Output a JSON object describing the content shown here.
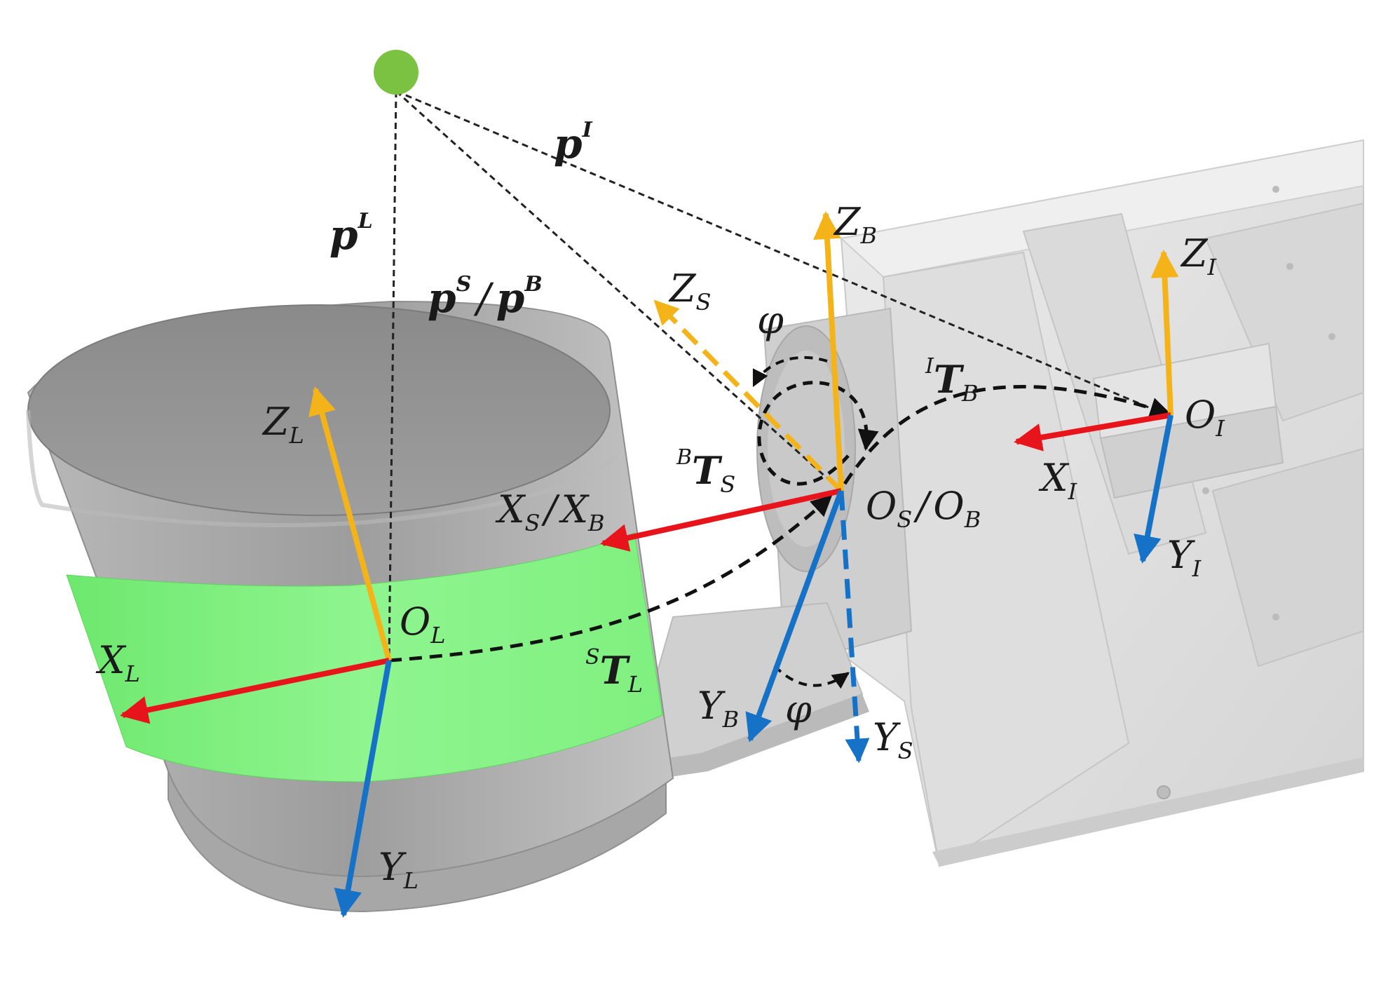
{
  "diagram": {
    "point_vectors": {
      "p_I": {
        "base": "p",
        "sup": "I"
      },
      "p_L": {
        "base": "p",
        "sup": "L"
      },
      "p_S": {
        "base": "p",
        "sup": "S"
      },
      "separator": "/",
      "p_B": {
        "base": "p",
        "sup": "B"
      }
    },
    "frames": {
      "lidar": {
        "x": {
          "base": "X",
          "sub": "L"
        },
        "y": {
          "base": "Y",
          "sub": "L"
        },
        "z": {
          "base": "Z",
          "sub": "L"
        },
        "origin": {
          "base": "O",
          "sub": "L"
        }
      },
      "sensor_body": {
        "x": {
          "base": "X",
          "sub": "S",
          "sep": "/",
          "base2": "X",
          "sub2": "B"
        },
        "origin": {
          "base": "O",
          "sub": "S",
          "sep": "/",
          "base2": "O",
          "sub2": "B"
        },
        "z_b": {
          "base": "Z",
          "sub": "B"
        },
        "z_s": {
          "base": "Z",
          "sub": "S"
        },
        "y_b": {
          "base": "Y",
          "sub": "B"
        },
        "y_s": {
          "base": "Y",
          "sub": "S"
        }
      },
      "imu": {
        "x": {
          "base": "X",
          "sub": "I"
        },
        "y": {
          "base": "Y",
          "sub": "I"
        },
        "z": {
          "base": "Z",
          "sub": "I"
        },
        "origin": {
          "base": "O",
          "sub": "I"
        }
      }
    },
    "transforms": {
      "I_T_B": {
        "pre": "I",
        "base": "T",
        "sub": "B"
      },
      "B_T_S": {
        "pre": "B",
        "base": "T",
        "sub": "S"
      },
      "S_T_L": {
        "pre": "S",
        "base": "T",
        "sub": "L"
      }
    },
    "angles": {
      "phi_top": "φ",
      "phi_bottom": "φ"
    },
    "colors": {
      "x_axis": "#e8141b",
      "y_axis": "#1572c7",
      "z_axis": "#f5b31a",
      "target_point": "#7cc242",
      "lidar_band": "#7ff07f",
      "housing": "#a9a9a9",
      "board": "#e2e2e2"
    },
    "icons": {
      "target": "green-dot-icon"
    }
  }
}
